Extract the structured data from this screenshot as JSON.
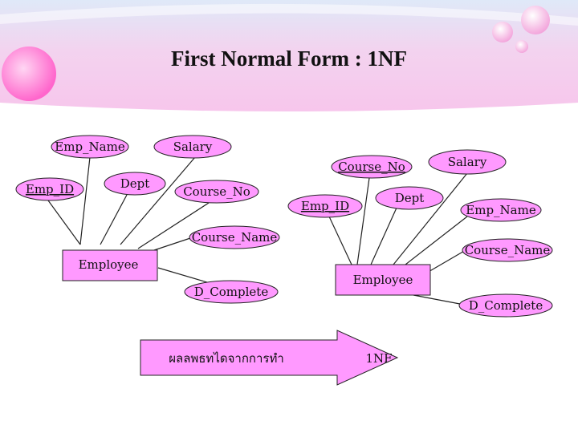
{
  "title": "First Normal Form : 1NF",
  "colors": {
    "shape_fill": "#ff99ff",
    "banner": "#f7c6ec",
    "background": "#ffffff"
  },
  "left": {
    "entity": "Employee",
    "attributes": {
      "emp_name": "Emp_Name",
      "salary": "Salary",
      "emp_id": "Emp_ID",
      "dept": "Dept",
      "course_no": "Course_No",
      "course_name": "Course_Name",
      "d_complete": "D_Complete"
    }
  },
  "right": {
    "entity": "Employee",
    "attributes": {
      "course_no": "Course_No",
      "salary": "Salary",
      "emp_id": "Emp_ID",
      "dept": "Dept",
      "emp_name": "Emp_Name",
      "course_name": "Course_Name",
      "d_complete": "D_Complete"
    }
  },
  "arrow": {
    "left_text": "ผลลพธทไดจากการทำ",
    "right_text": "1NF"
  }
}
